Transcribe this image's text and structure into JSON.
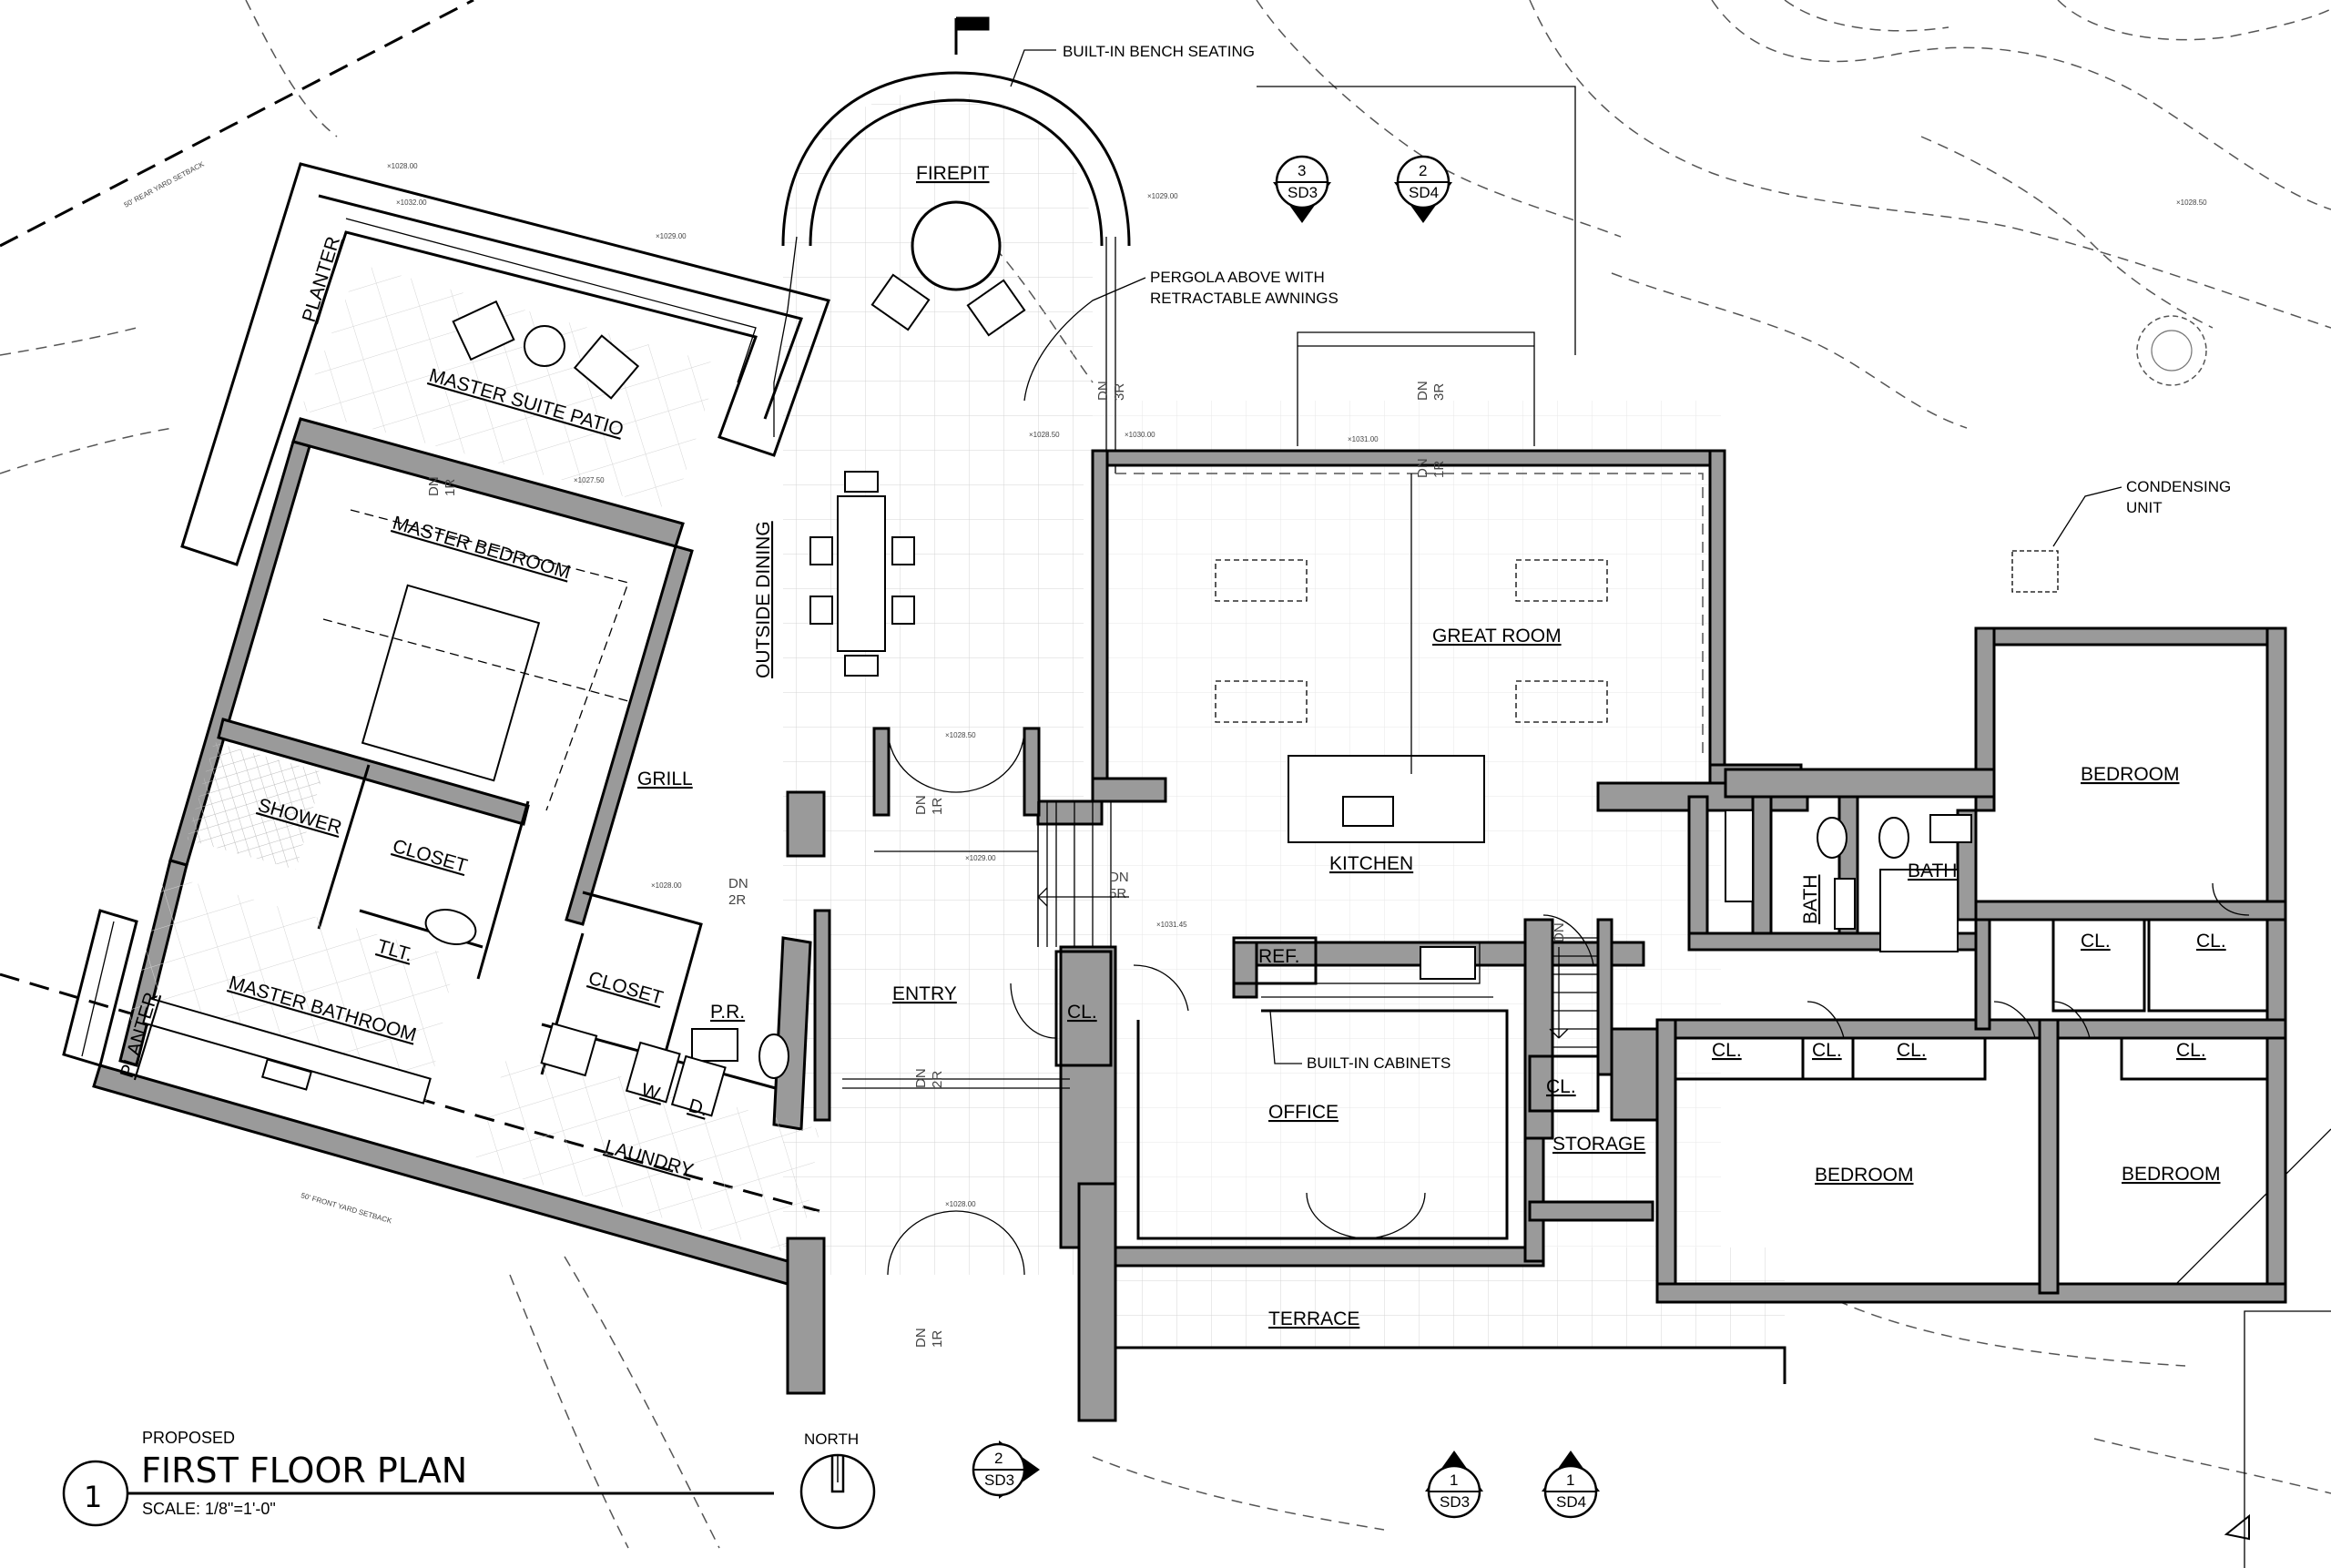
{
  "title": {
    "prefix": "PROPOSED",
    "main": "FIRST FLOOR PLAN",
    "scale": "SCALE: 1/8\"=1'-0\"",
    "number": "1",
    "north": "NORTH"
  },
  "rooms": {
    "firepit": "FIREPIT",
    "master_suite_patio": "MASTER SUITE PATIO",
    "planter_top": "PLANTER",
    "planter_bottom": "PLANTER",
    "master_bedroom": "MASTER BEDROOM",
    "outside_dining": "OUTSIDE DINING",
    "great_room": "GREAT ROOM",
    "kitchen": "KITCHEN",
    "grill": "GRILL",
    "shower": "SHOWER",
    "closet_master": "CLOSET",
    "closet_2": "CLOSET",
    "toilet": "TLT.",
    "master_bathroom": "MASTER BATHROOM",
    "washer": "W.",
    "dryer": "D.",
    "powder_room": "P.R.",
    "laundry": "LAUNDRY",
    "entry": "ENTRY",
    "closet_entry": "CL.",
    "ref": "REF.",
    "office": "OFFICE",
    "storage": "STORAGE",
    "closet_storage": "CL.",
    "terrace": "TERRACE",
    "bath_1": "BATH",
    "bath_2": "BATH",
    "bedroom_1": "BEDROOM",
    "bedroom_2": "BEDROOM",
    "bedroom_3": "BEDROOM",
    "cl_a": "CL.",
    "cl_b": "CL.",
    "cl_c": "CL.",
    "cl_d": "CL.",
    "cl_e": "CL.",
    "cl_f": "CL."
  },
  "notes": {
    "bench_seating": "BUILT-IN BENCH SEATING",
    "pergola_1": "PERGOLA ABOVE WITH",
    "pergola_2": "RETRACTABLE AWNINGS",
    "condensing_1": "CONDENSING",
    "condensing_2": "UNIT",
    "built_in_cabinets": "BUILT-IN CABINETS",
    "rear_setback": "50' REAR YARD SETBACK",
    "front_setback": "50' FRONT YARD SETBACK"
  },
  "stairs": {
    "dn": "DN",
    "r1_master": "1R",
    "r3_pergola": "3R",
    "r3_great": "3R",
    "r1_great": "1R",
    "r1_entry_top": "1R",
    "r2_hall": "2R",
    "r5_entry": "5R",
    "r2_entry": "2R",
    "r1_entry_bottom": "1R",
    "dn_storage": "DN"
  },
  "section_marks": [
    {
      "num": "3",
      "sheet": "SD3"
    },
    {
      "num": "2",
      "sheet": "SD4"
    },
    {
      "num": "2",
      "sheet": "SD3"
    },
    {
      "num": "1",
      "sheet": "SD3"
    },
    {
      "num": "1",
      "sheet": "SD4"
    }
  ],
  "elevations": {
    "e1": "×1028.00",
    "e2": "×1032.00",
    "e3": "×1029.00",
    "e4": "×1027.50",
    "e5": "×1029.00",
    "e6": "×1028.50",
    "e7": "×1030.00",
    "e8": "×1031.00",
    "e9": "×1028.50",
    "e10": "×1029.00",
    "e11": "×1028.00",
    "e12": "×1031.45",
    "e13": "×1028.00",
    "e14": "×1028.50"
  }
}
